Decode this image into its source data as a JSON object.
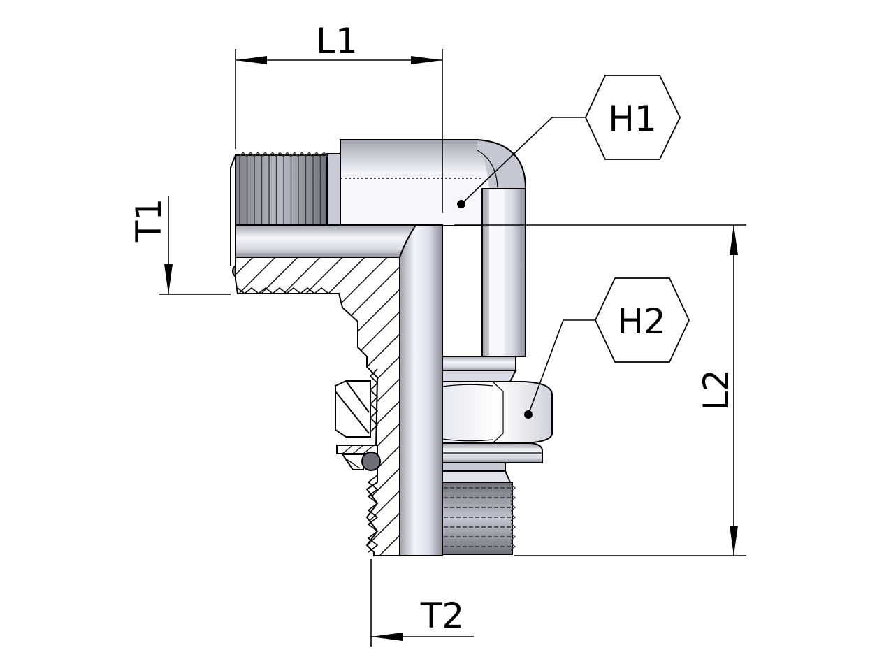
{
  "labels": {
    "l1": "L1",
    "l2": "L2",
    "t1": "T1",
    "t2": "T2",
    "h1": "H1",
    "h2": "H2"
  },
  "colors": {
    "line": "#000000",
    "metal_light": "#eef0f8",
    "metal_mid": "#c9ccd8",
    "metal_dark": "#8a8d96",
    "background": "#ffffff"
  }
}
